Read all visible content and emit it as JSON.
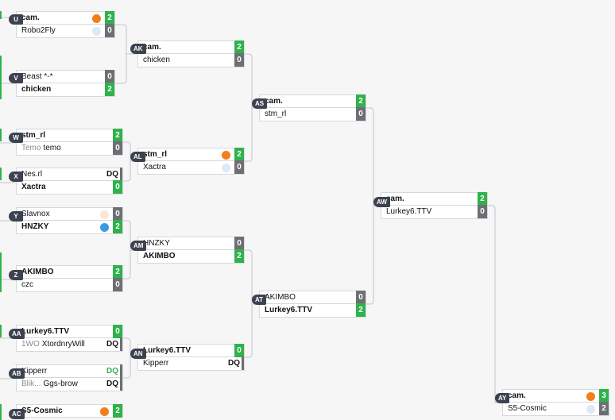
{
  "colors": {
    "win": "#2fb24b",
    "lose": "#6d6f74",
    "badge": "#3d4250",
    "line": "#cfcfd4",
    "flag_orange": "#f07f1c",
    "flag_blue": "#3a9ae0",
    "flag_lightblue": "#dce9f7",
    "flag_peach": "#fbe6d4"
  },
  "matches": [
    {
      "id": "U",
      "rows": [
        {
          "name": "cam.",
          "bold": true,
          "score": "2",
          "result": "win",
          "flag": "flag_orange"
        },
        {
          "name": "Robo2Fly",
          "bold": false,
          "score": "0",
          "result": "lose",
          "flag": "flag_lightblue"
        }
      ]
    },
    {
      "id": "V",
      "rows": [
        {
          "name": "Beast *-*",
          "bold": false,
          "score": "0",
          "result": "lose"
        },
        {
          "name": "chicken",
          "bold": true,
          "score": "2",
          "result": "win"
        }
      ]
    },
    {
      "id": "W",
      "rows": [
        {
          "name": "stm_rl",
          "bold": true,
          "score": "2",
          "result": "win"
        },
        {
          "prefix": "Temo",
          "name": "temo",
          "bold": false,
          "score": "0",
          "result": "lose"
        }
      ]
    },
    {
      "id": "X",
      "rows": [
        {
          "name": "Nes.rl",
          "bold": false,
          "score": "DQ",
          "result": "dq-lose"
        },
        {
          "name": "Xactra",
          "bold": true,
          "score": "0",
          "result": "win"
        }
      ]
    },
    {
      "id": "Y",
      "rows": [
        {
          "name": "Slavnox",
          "bold": false,
          "score": "0",
          "result": "lose",
          "flag": "flag_peach"
        },
        {
          "name": "HNZKY",
          "bold": true,
          "score": "2",
          "result": "win",
          "flag": "flag_blue"
        }
      ]
    },
    {
      "id": "Z",
      "rows": [
        {
          "name": "AKIMBO",
          "bold": true,
          "score": "2",
          "result": "win"
        },
        {
          "name": "czc",
          "bold": false,
          "score": "0",
          "result": "lose"
        }
      ]
    },
    {
      "id": "AA",
      "rows": [
        {
          "name": "Lurkey6.TTV",
          "bold": true,
          "score": "0",
          "result": "win"
        },
        {
          "prefix": "1WO",
          "name": "XtordnryWill",
          "bold": false,
          "score": "DQ",
          "result": "dq-lose"
        }
      ]
    },
    {
      "id": "AB",
      "rows": [
        {
          "name": "Kipperr",
          "bold": false,
          "score": "DQ",
          "result": "dq-win"
        },
        {
          "prefix": "Blik...",
          "name": "Ggs-brow",
          "bold": false,
          "score": "DQ",
          "result": "dq-lose"
        }
      ]
    },
    {
      "id": "AC",
      "rows": [
        {
          "name": "S5-Cosmic",
          "bold": true,
          "score": "2",
          "result": "win",
          "flag": "flag_orange"
        }
      ]
    },
    {
      "id": "AK",
      "rows": [
        {
          "name": "cam.",
          "bold": true,
          "score": "2",
          "result": "win"
        },
        {
          "name": "chicken",
          "bold": false,
          "score": "0",
          "result": "lose"
        }
      ]
    },
    {
      "id": "AL",
      "rows": [
        {
          "name": "stm_rl",
          "bold": true,
          "score": "2",
          "result": "win",
          "flag": "flag_orange"
        },
        {
          "name": "Xactra",
          "bold": false,
          "score": "0",
          "result": "lose",
          "flag": "flag_lightblue"
        }
      ]
    },
    {
      "id": "AM",
      "rows": [
        {
          "name": "HNZKY",
          "bold": false,
          "score": "0",
          "result": "lose"
        },
        {
          "name": "AKIMBO",
          "bold": true,
          "score": "2",
          "result": "win"
        }
      ]
    },
    {
      "id": "AN",
      "rows": [
        {
          "name": "Lurkey6.TTV",
          "bold": true,
          "score": "0",
          "result": "win"
        },
        {
          "name": "Kipperr",
          "bold": false,
          "score": "DQ",
          "result": "dq-lose"
        }
      ]
    },
    {
      "id": "AS",
      "rows": [
        {
          "name": "cam.",
          "bold": true,
          "score": "2",
          "result": "win"
        },
        {
          "name": "stm_rl",
          "bold": false,
          "score": "0",
          "result": "lose"
        }
      ]
    },
    {
      "id": "AT",
      "rows": [
        {
          "name": "AKIMBO",
          "bold": false,
          "score": "0",
          "result": "lose"
        },
        {
          "name": "Lurkey6.TTV",
          "bold": true,
          "score": "2",
          "result": "win"
        }
      ]
    },
    {
      "id": "AW",
      "rows": [
        {
          "name": "cam.",
          "bold": true,
          "score": "2",
          "result": "win"
        },
        {
          "name": "Lurkey6.TTV",
          "bold": false,
          "score": "0",
          "result": "lose"
        }
      ]
    },
    {
      "id": "AY",
      "rows": [
        {
          "name": "cam.",
          "bold": true,
          "score": "3",
          "result": "win",
          "flag": "flag_orange"
        },
        {
          "name": "S5-Cosmic",
          "bold": false,
          "score": "2",
          "result": "lose",
          "flag": "flag_lightblue"
        }
      ]
    }
  ]
}
